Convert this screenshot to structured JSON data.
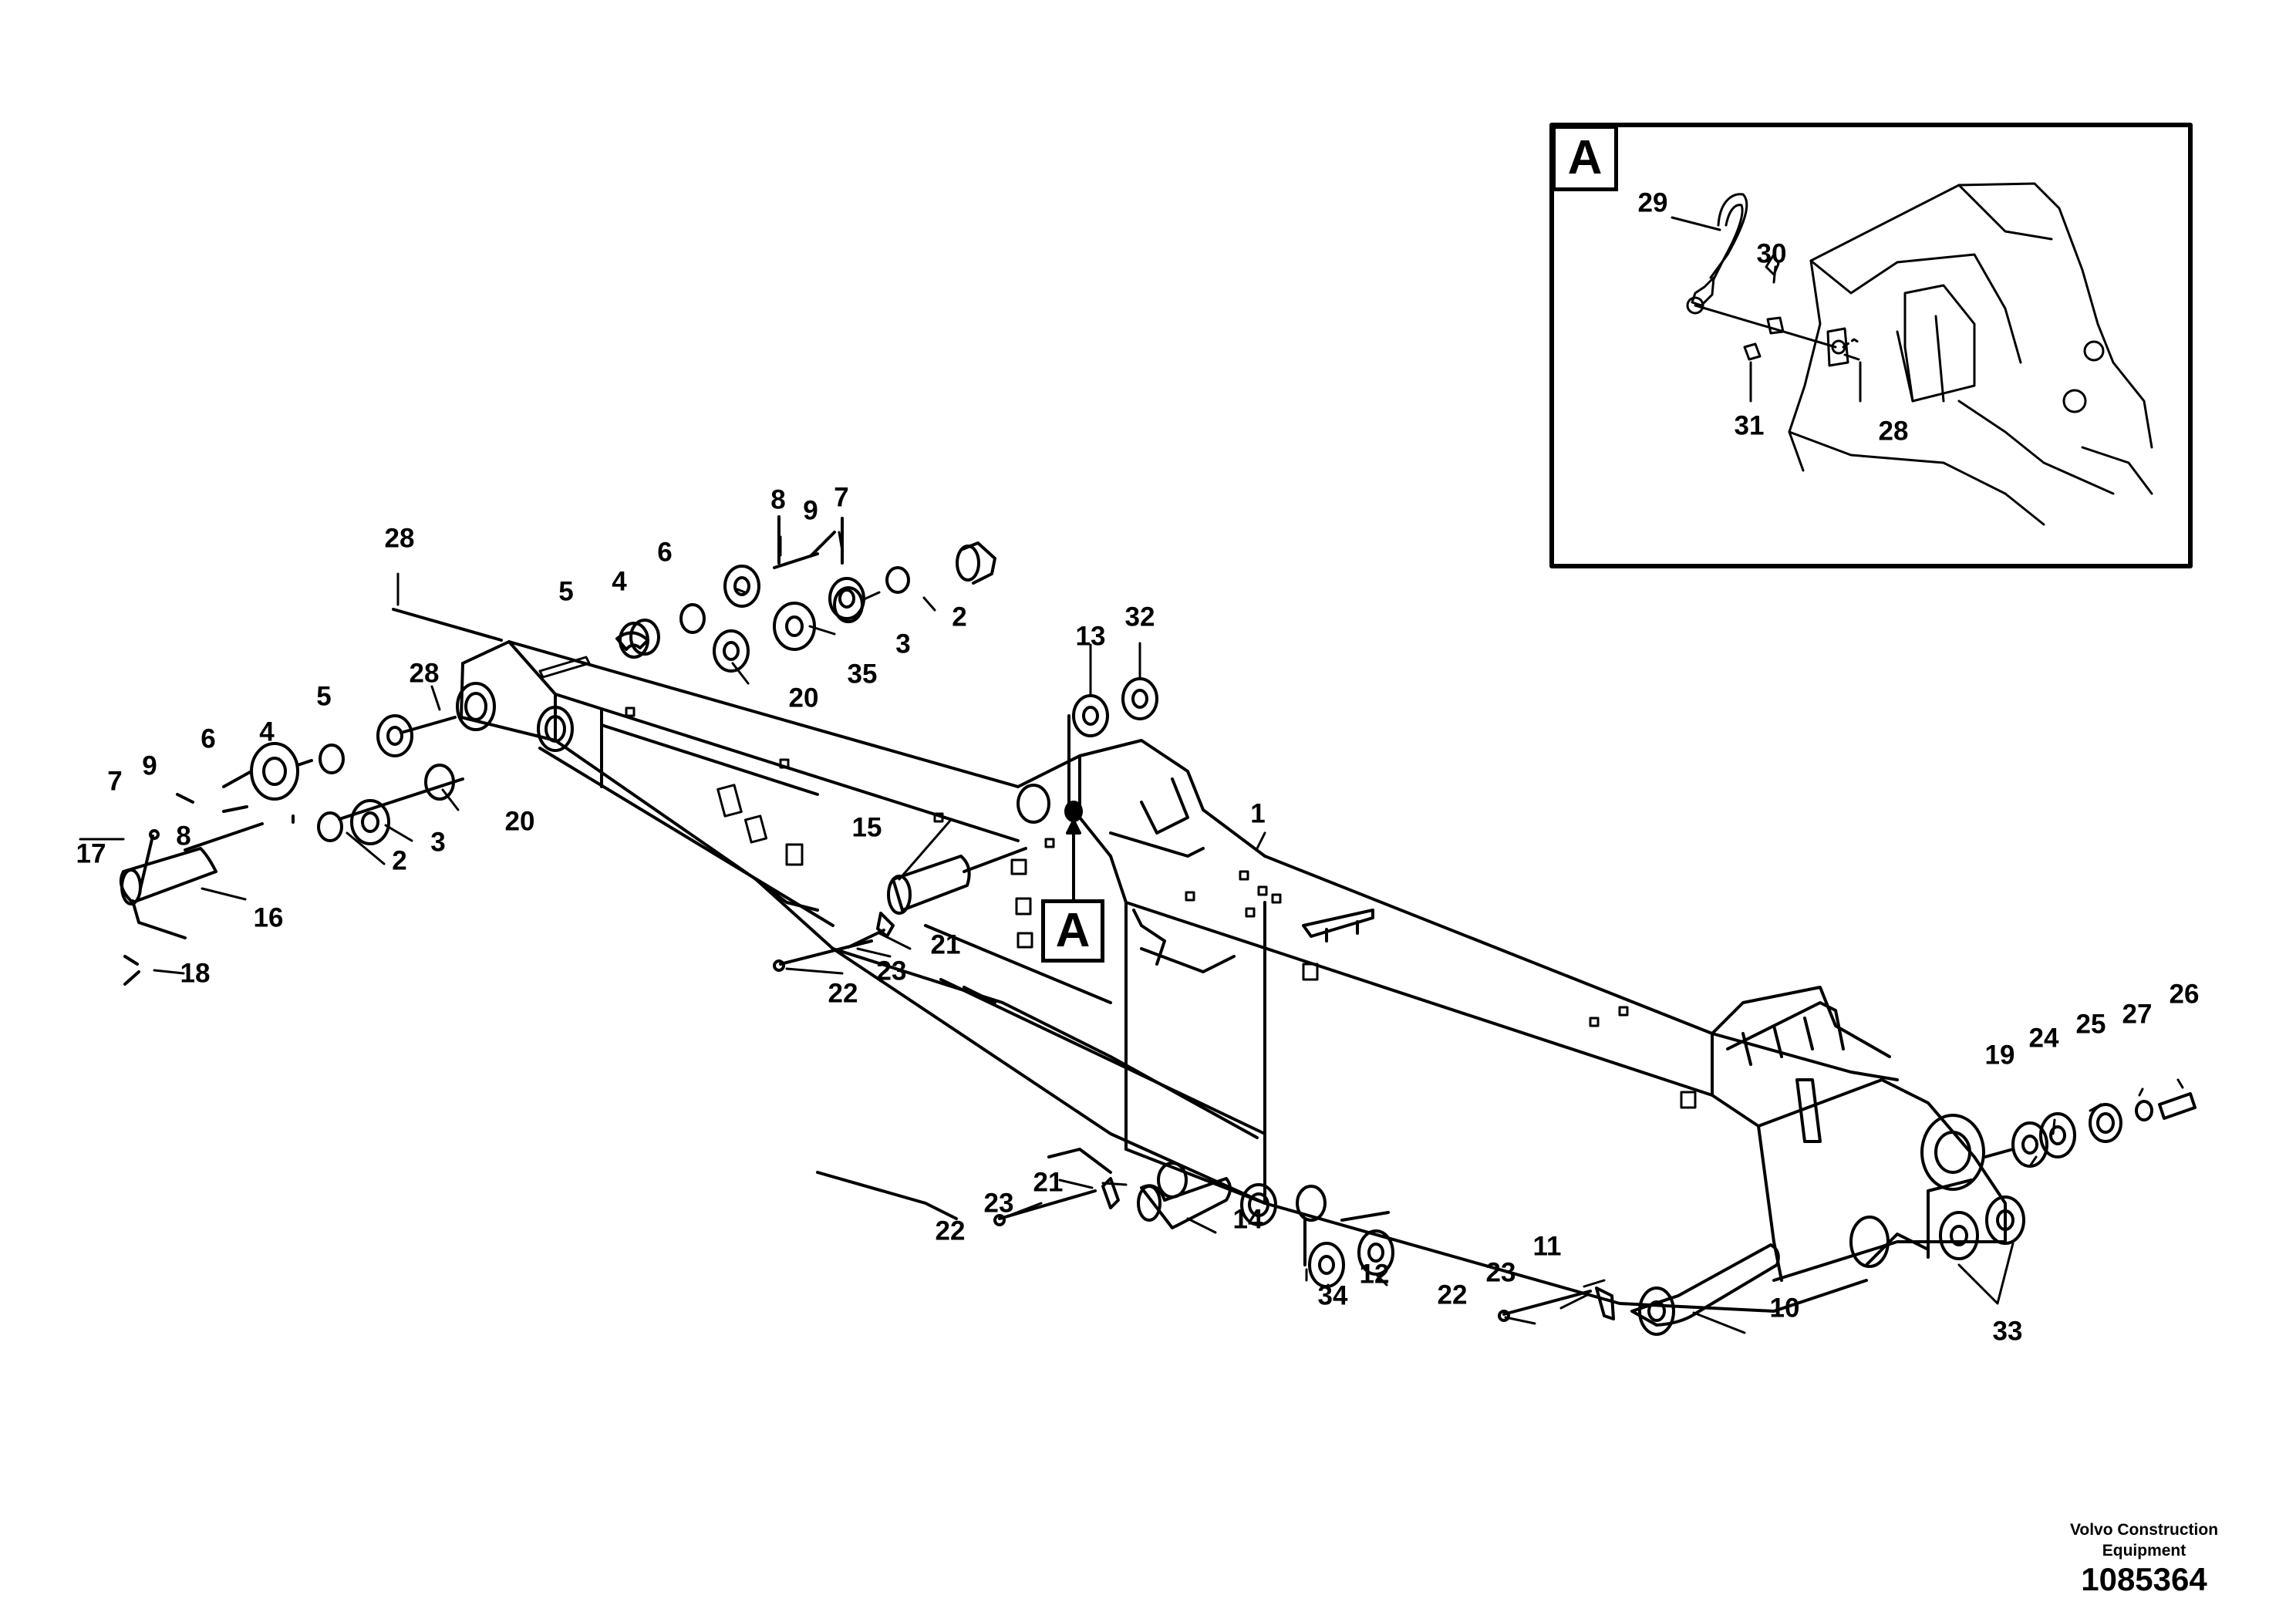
{
  "detail_box": {
    "label": "A",
    "callouts": [
      "29",
      "30",
      "31",
      "28"
    ]
  },
  "view_marker": {
    "label": "A"
  },
  "callouts": [
    "1",
    "2",
    "2",
    "3",
    "3",
    "4",
    "4",
    "5",
    "5",
    "6",
    "6",
    "7",
    "7",
    "8",
    "8",
    "9",
    "9",
    "10",
    "11",
    "12",
    "13",
    "14",
    "15",
    "16",
    "17",
    "18",
    "19",
    "20",
    "20",
    "21",
    "21",
    "22",
    "22",
    "22",
    "23",
    "23",
    "23",
    "24",
    "25",
    "26",
    "27",
    "28",
    "28",
    "32",
    "33",
    "34",
    "35"
  ],
  "footer": {
    "company_line1": "Volvo Construction",
    "company_line2": "Equipment",
    "drawing_number": "1085364"
  }
}
